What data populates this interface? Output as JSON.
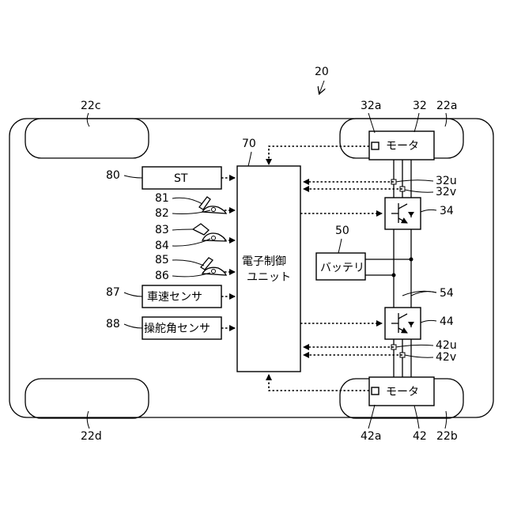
{
  "labels": {
    "system": "20",
    "wheel_fl": "22c",
    "wheel_fr": "22a",
    "wheel_rl": "22d",
    "wheel_rr": "22b",
    "motor_front": "32",
    "motor_front_sensor": "32a",
    "motor_rear": "42",
    "motor_rear_sensor": "42a",
    "line_32u": "32u",
    "line_32v": "32v",
    "line_42u": "42u",
    "line_42v": "42v",
    "inverter_front": "34",
    "inverter_rear": "44",
    "battery_ref": "50",
    "bus_ref": "54",
    "ecu_ref": "70",
    "st_ref": "80",
    "pedal_81": "81",
    "pedal_82": "82",
    "pedal_83": "83",
    "pedal_84": "84",
    "pedal_85": "85",
    "pedal_86": "86",
    "speed_ref": "87",
    "steer_ref": "88"
  },
  "boxes": {
    "motor": "モータ",
    "battery": "バッテリ",
    "ecu_line1": "電子制御",
    "ecu_line2": "ユニット",
    "st": "ST",
    "speed_sensor": "車速センサ",
    "steer_sensor": "操舵角センサ"
  }
}
